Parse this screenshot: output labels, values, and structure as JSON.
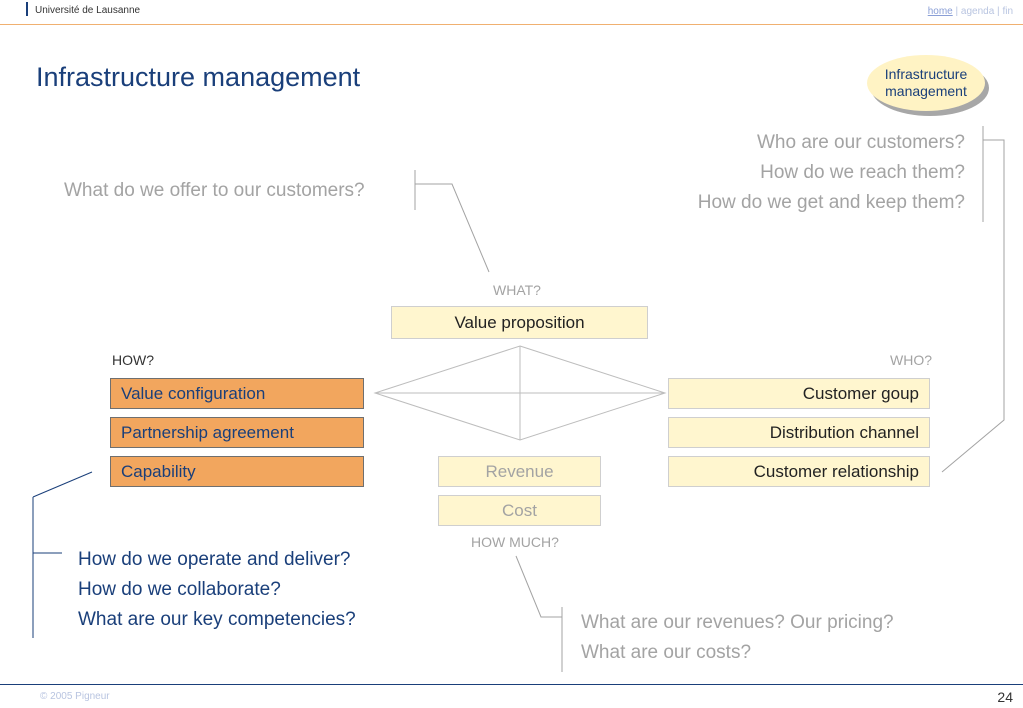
{
  "header": {
    "university": "Université de Lausanne",
    "nav": {
      "home": "home",
      "agenda": "agenda",
      "fin": "fin"
    }
  },
  "title": "Infrastructure management",
  "badge": {
    "line1": "Infrastructure",
    "line2": "management"
  },
  "questions": {
    "what": "What do we offer to our customers?",
    "who": [
      "Who are our customers?",
      "How do we reach them?",
      "How do we get and keep them?"
    ],
    "how": [
      "How do we operate and deliver?",
      "How do we collaborate?",
      "What are our key competencies?"
    ],
    "how_much": [
      "What are our revenues? Our pricing?",
      "What are our costs?"
    ]
  },
  "axes": {
    "what": "WHAT?",
    "how": "HOW?",
    "who": "WHO?",
    "how_much": "HOW MUCH?"
  },
  "blocks": {
    "value_proposition": "Value proposition",
    "value_configuration": "Value configuration",
    "partnership_agreement": "Partnership agreement",
    "capability": "Capability",
    "customer_group": "Customer goup",
    "distribution_channel": "Distribution channel",
    "customer_relationship": "Customer relationship",
    "revenue": "Revenue",
    "cost": "Cost"
  },
  "footer": {
    "copyright": "© 2005  Pigneur",
    "page": "24"
  },
  "colors": {
    "brand_blue": "#1a3f7a",
    "highlight_orange": "#f2a65e",
    "cream": "#fff6cf",
    "muted_gray": "#a3a3a3"
  }
}
